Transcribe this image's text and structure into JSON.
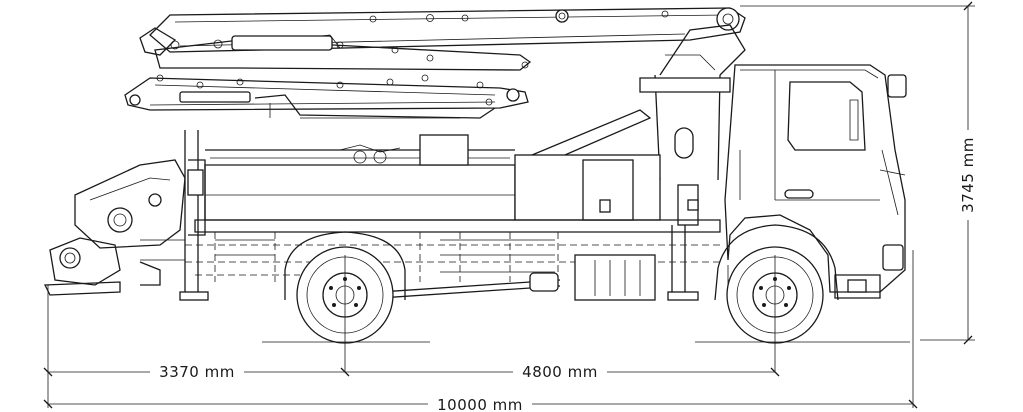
{
  "dimensions": {
    "front_overhang": "3370 mm",
    "wheelbase": "4800 mm",
    "overall_length": "10000 mm",
    "overall_height": "3745 mm"
  }
}
